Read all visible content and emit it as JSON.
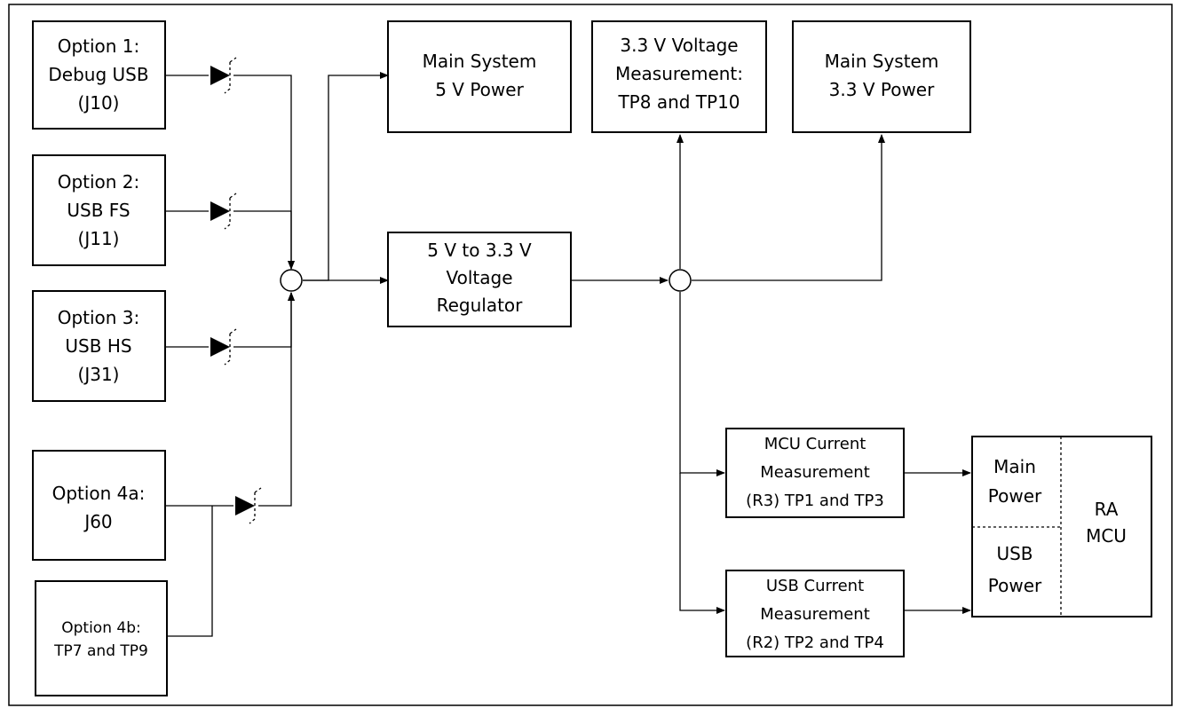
{
  "boxes": {
    "opt1": [
      "Option 1:",
      "Debug USB",
      "(J10)"
    ],
    "opt2": [
      "Option 2:",
      "USB FS",
      "(J11)"
    ],
    "opt3": [
      "Option 3:",
      "USB HS",
      "(J31)"
    ],
    "opt4a": [
      "Option 4a:",
      "J60"
    ],
    "opt4b": [
      "Option 4b:",
      "TP7 and TP9"
    ],
    "main5v": [
      "Main System",
      "5 V Power"
    ],
    "regulator": [
      "5 V to 3.3 V",
      "Voltage",
      "Regulator"
    ],
    "meas33": [
      "3.3 V Voltage",
      "Measurement:",
      "TP8 and TP10"
    ],
    "main33": [
      "Main System",
      "3.3 V Power"
    ],
    "mcu_current": [
      "MCU Current",
      "Measurement",
      "(R3) TP1 and TP3"
    ],
    "usb_current": [
      "USB Current",
      "Measurement",
      "(R2) TP2 and TP4"
    ],
    "main_power": [
      "Main",
      "Power"
    ],
    "usb_power": [
      "USB",
      "Power"
    ],
    "ra_mcu": [
      "RA",
      "MCU"
    ]
  }
}
